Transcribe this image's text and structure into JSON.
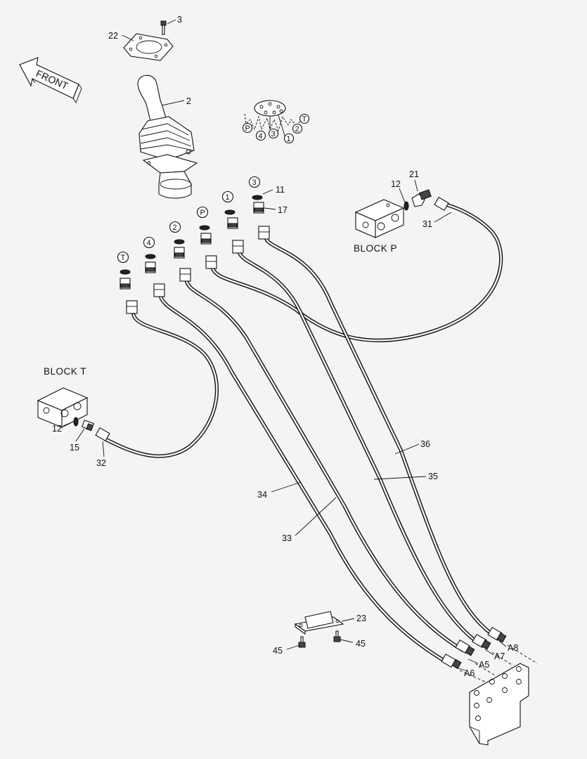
{
  "front_arrow": {
    "label": "FRONT"
  },
  "blocks": {
    "block_p": "BLOCK  P",
    "block_t": "BLOCK  T"
  },
  "port_pattern": {
    "P": "P",
    "4": "4",
    "3": "3",
    "1": "1",
    "2": "2",
    "T": "T"
  },
  "port_markers": [
    {
      "id": "T",
      "text": "T"
    },
    {
      "id": "4",
      "text": "4"
    },
    {
      "id": "2",
      "text": "2"
    },
    {
      "id": "P",
      "text": "P"
    },
    {
      "id": "1",
      "text": "1"
    },
    {
      "id": "3",
      "text": "3"
    }
  ],
  "callouts": {
    "c3": "3",
    "c22": "22",
    "c2": "2",
    "c11": "11",
    "c17": "17",
    "c12_p": "12",
    "c21": "21",
    "c31": "31",
    "c12_t": "12",
    "c15": "15",
    "c32": "32",
    "c36": "36",
    "c35": "35",
    "c34": "34",
    "c33": "33",
    "c23": "23",
    "c45_l": "45",
    "c45_r": "45",
    "A8": "A8",
    "A7": "A7",
    "A5": "A5",
    "A6": "A6"
  },
  "colors": {
    "line": "#111111",
    "background": "#f4f4f4",
    "fill": "#ffffff"
  }
}
